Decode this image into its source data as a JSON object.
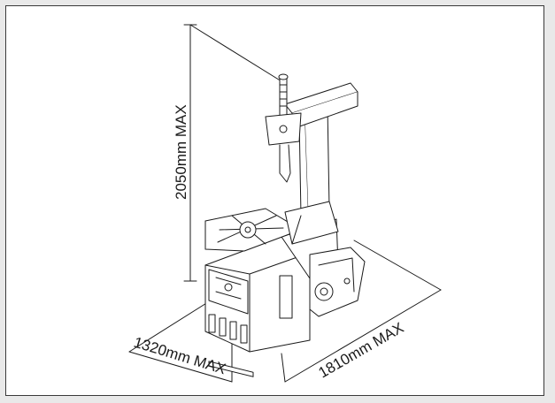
{
  "diagram": {
    "subject": "tyre-changer machine isometric drawing",
    "dimensions": {
      "height_label": "2050mm MAX",
      "depth_label": "1320mm MAX",
      "width_label": "1810mm MAX"
    },
    "colors": {
      "line": "#1a1a1a",
      "frame": "#3a3a3a",
      "background": "#ffffff",
      "page": "#e9e9e9"
    }
  }
}
